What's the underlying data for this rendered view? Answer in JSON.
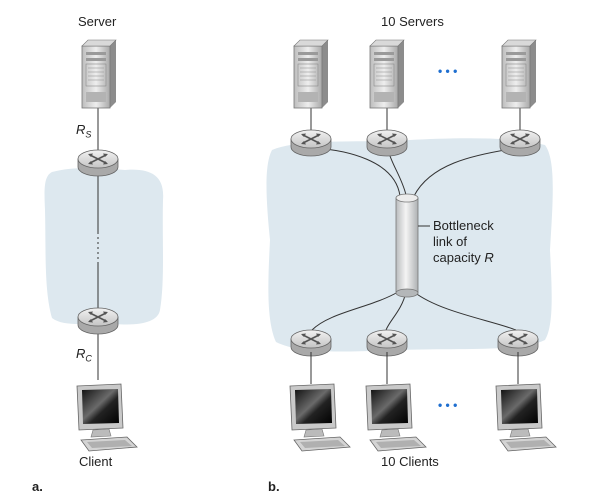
{
  "panel_a": {
    "server_label": "Server",
    "rs_symbol": "R",
    "rs_sub": "S",
    "rc_symbol": "R",
    "rc_sub": "C",
    "client_label": "Client",
    "panel_label": "a."
  },
  "panel_b": {
    "servers_label": "10 Servers",
    "clients_label": "10 Clients",
    "ellipsis": "• • •",
    "bottleneck_line1": "Bottleneck",
    "bottleneck_line2": "link of",
    "bottleneck_line3": "capacity ",
    "bottleneck_symbol": "R",
    "panel_label": "b."
  },
  "colors": {
    "cloud": "#dde8ef",
    "router_fill": "#e4e4e4",
    "server_fill": "#cfcfcf",
    "ellipsis": "#1f6fd0",
    "screen": "#1a1a1a"
  }
}
